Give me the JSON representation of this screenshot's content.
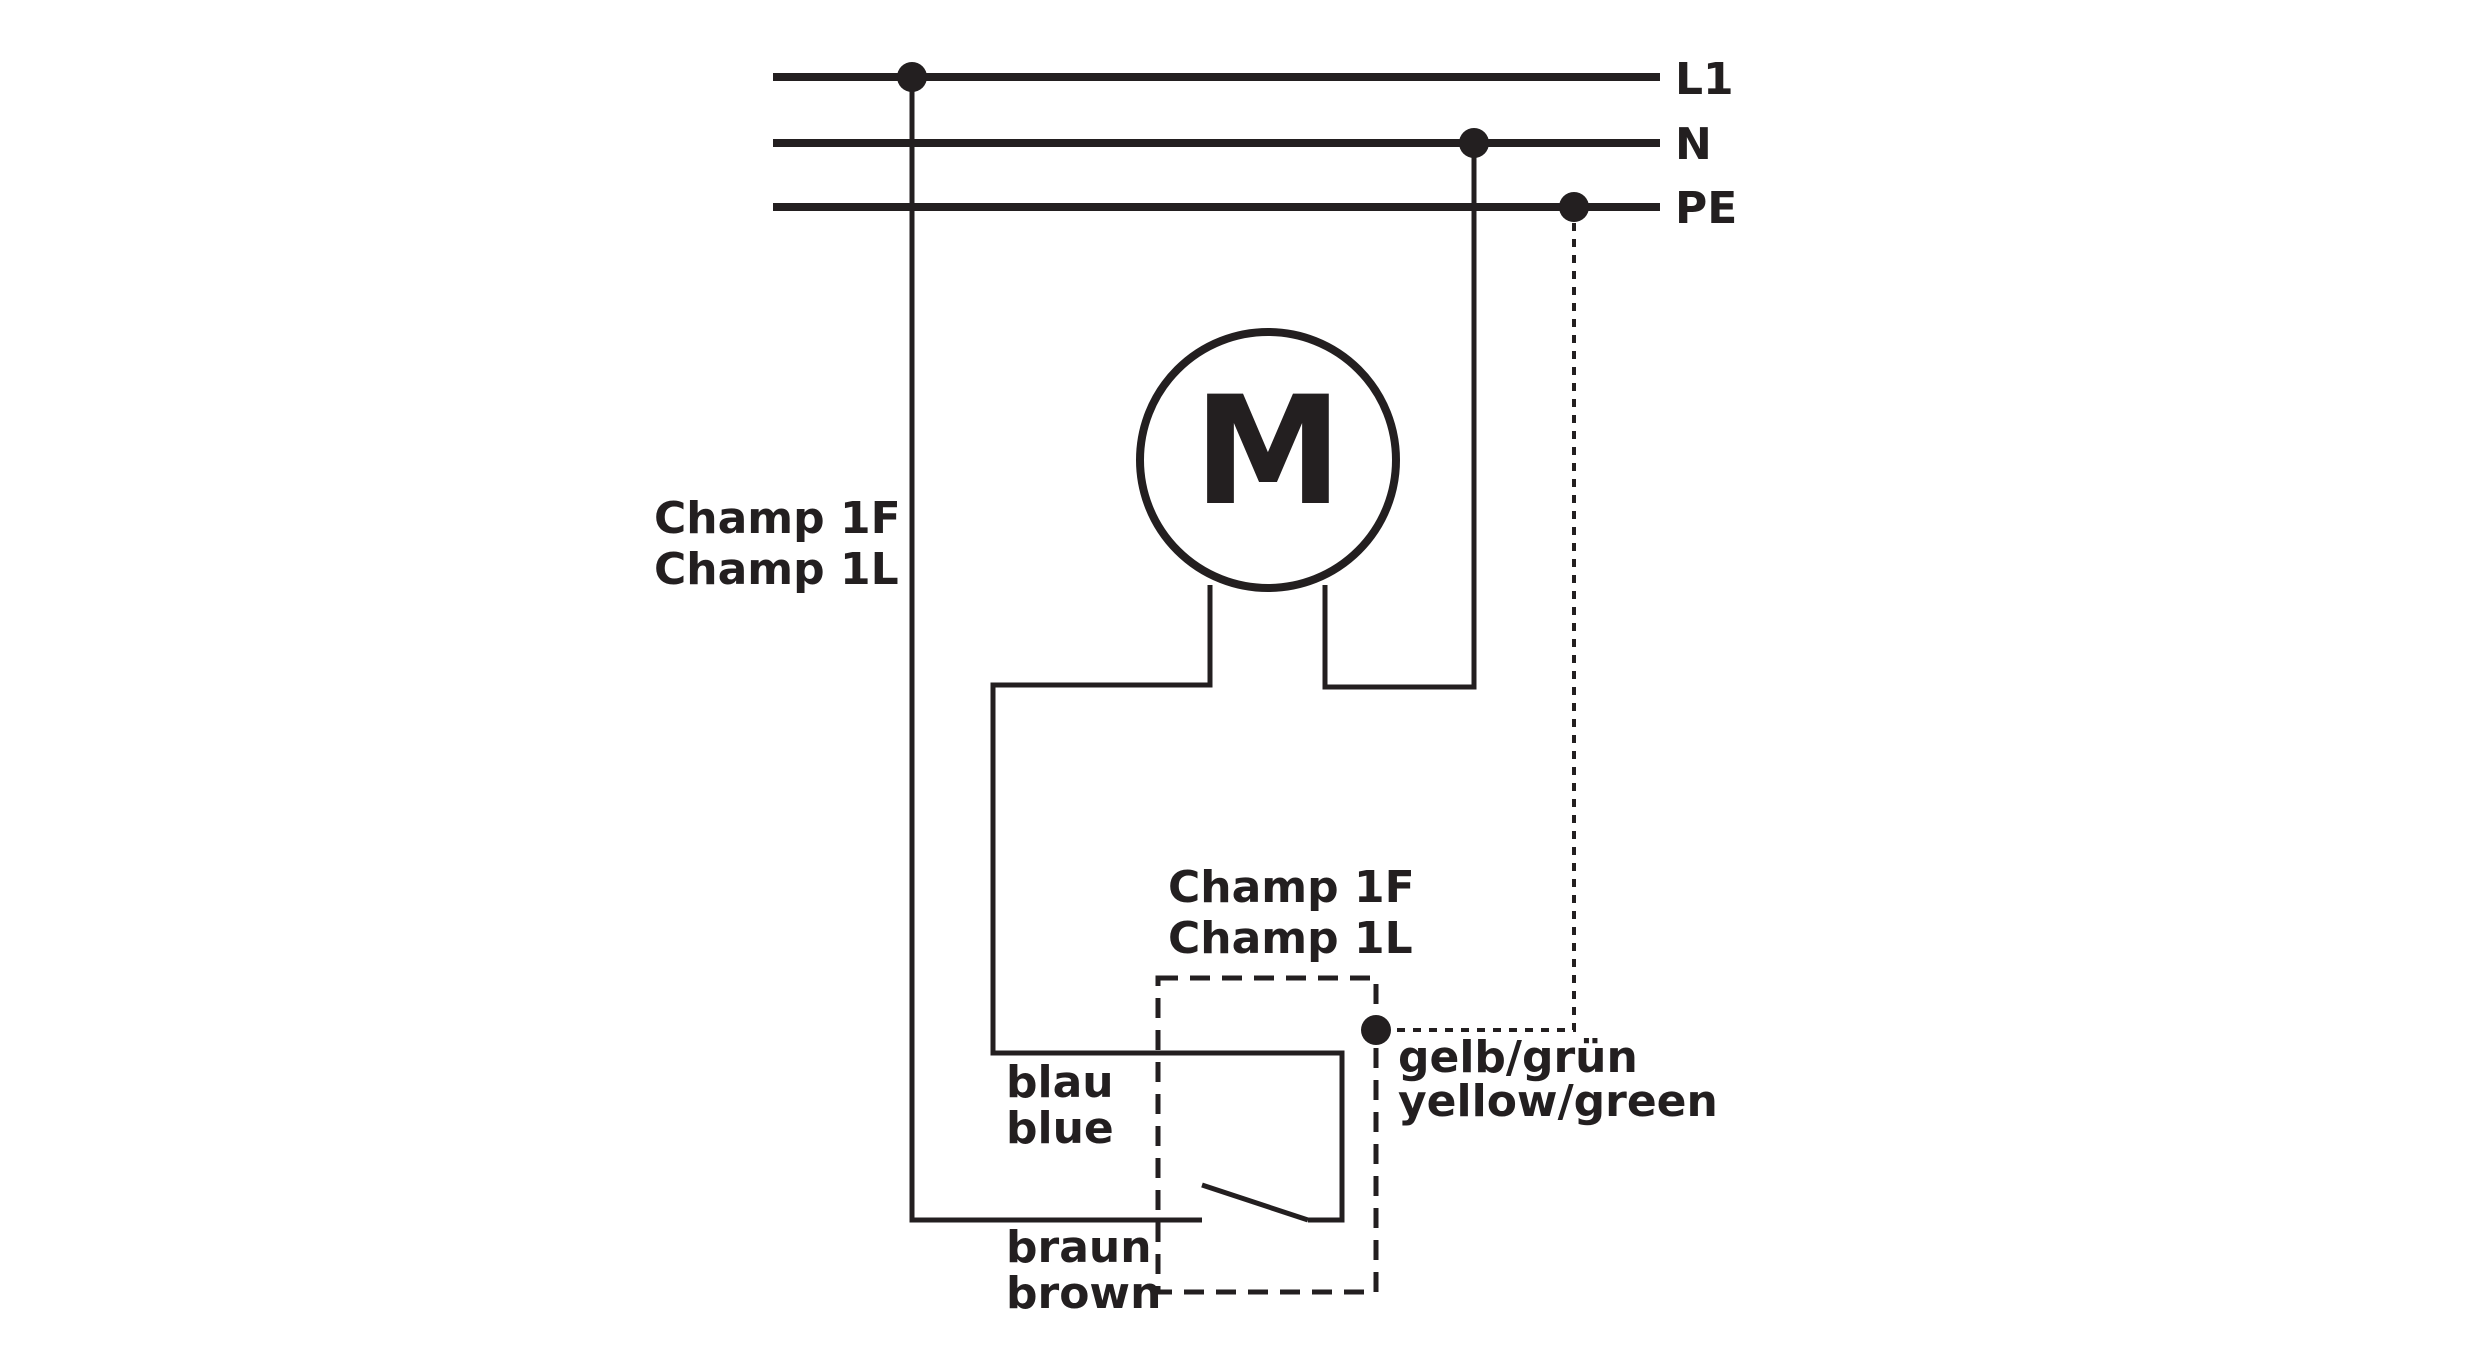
{
  "diagram": {
    "type": "wiring-diagram",
    "bus_labels": {
      "l1": "L1",
      "n": "N",
      "pe": "PE"
    },
    "motor_symbol": "M",
    "product_label_left": [
      "Champ 1F",
      "Champ 1L"
    ],
    "product_label_switch": [
      "Champ 1F",
      "Champ 1L"
    ],
    "wire_labels": {
      "blue": [
        "blau",
        "blue"
      ],
      "brown": [
        "braun",
        "brown"
      ],
      "earth": [
        "gelb/grün",
        "yellow/green"
      ]
    },
    "line_color": "#231f20",
    "background_color": "#ffffff"
  }
}
